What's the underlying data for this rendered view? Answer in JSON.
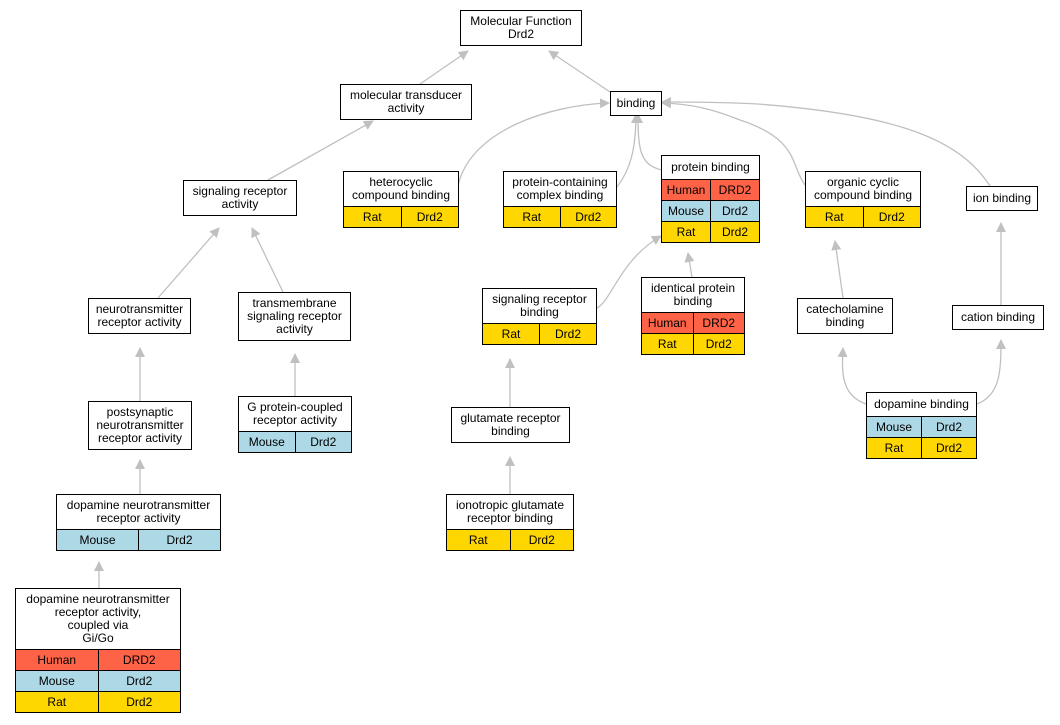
{
  "nodes": {
    "mf": {
      "label": "Molecular Function\nDrd2",
      "genes": []
    },
    "mtr": {
      "label": "molecular transducer\nactivity",
      "genes": []
    },
    "bind": {
      "label": "binding",
      "genes": []
    },
    "sra": {
      "label": "signaling receptor\nactivity",
      "genes": []
    },
    "hcb": {
      "label": "heterocyclic\ncompound binding",
      "genes": [
        [
          "Rat",
          "Drd2"
        ]
      ]
    },
    "pccb": {
      "label": "protein-containing\ncomplex binding",
      "genes": [
        [
          "Rat",
          "Drd2"
        ]
      ]
    },
    "pb": {
      "label": "protein binding",
      "genes": [
        [
          "Human",
          "DRD2"
        ],
        [
          "Mouse",
          "Drd2"
        ],
        [
          "Rat",
          "Drd2"
        ]
      ]
    },
    "occb": {
      "label": "organic cyclic\ncompound binding",
      "genes": [
        [
          "Rat",
          "Drd2"
        ]
      ]
    },
    "ionb": {
      "label": "ion binding",
      "genes": []
    },
    "nra": {
      "label": "neurotransmitter\nreceptor activity",
      "genes": []
    },
    "tsra": {
      "label": "transmembrane\nsignaling receptor\nactivity",
      "genes": []
    },
    "srb": {
      "label": "signaling receptor\nbinding",
      "genes": [
        [
          "Rat",
          "Drd2"
        ]
      ]
    },
    "ipb": {
      "label": "identical protein\nbinding",
      "genes": [
        [
          "Human",
          "DRD2"
        ],
        [
          "Rat",
          "Drd2"
        ]
      ]
    },
    "cab": {
      "label": "catecholamine\nbinding",
      "genes": []
    },
    "catb": {
      "label": "cation binding",
      "genes": []
    },
    "pnra": {
      "label": "postsynaptic\nneurotransmitter\nreceptor activity",
      "genes": []
    },
    "gpcr": {
      "label": "G protein-coupled\nreceptor activity",
      "genes": [
        [
          "Mouse",
          "Drd2"
        ]
      ]
    },
    "grb": {
      "label": "glutamate receptor\nbinding",
      "genes": []
    },
    "db": {
      "label": "dopamine binding",
      "genes": [
        [
          "Mouse",
          "Drd2"
        ],
        [
          "Rat",
          "Drd2"
        ]
      ]
    },
    "dnra": {
      "label": "dopamine neurotransmitter\nreceptor activity",
      "genes": [
        [
          "Mouse",
          "Drd2"
        ]
      ]
    },
    "igrb": {
      "label": "ionotropic glutamate\nreceptor binding",
      "genes": [
        [
          "Rat",
          "Drd2"
        ]
      ]
    },
    "dnrc": {
      "label": "dopamine neurotransmitter\nreceptor activity,\ncoupled via\nGi/Go",
      "genes": [
        [
          "Human",
          "DRD2"
        ],
        [
          "Mouse",
          "Drd2"
        ],
        [
          "Rat",
          "Drd2"
        ]
      ]
    }
  },
  "species_colors": {
    "Human": "#ff6347",
    "Mouse": "#add8e6",
    "Rat": "#ffd700"
  },
  "edge_color": "#c0c0c0"
}
